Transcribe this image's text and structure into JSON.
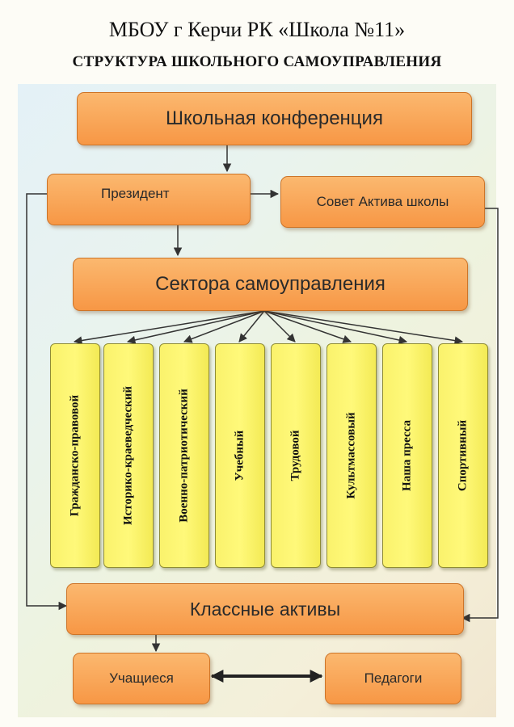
{
  "header": {
    "title": "МБОУ г Керчи РК «Школа №11»",
    "subtitle": "СТРУКТУРА ШКОЛЬНОГО САМОУПРАВЛЕНИЯ"
  },
  "nodes": {
    "conference": "Школьная конференция",
    "president": "Президент",
    "council": "Совет Актива школы",
    "sectors": "Сектора самоуправления",
    "class_assets": "Классные активы",
    "students": "Учащиеся",
    "teachers": "Педагоги"
  },
  "sector_items": [
    "Гражданско-правовой",
    "Историко-краеведческий",
    "Военно-патриотический",
    "Учебный",
    "Трудовой",
    "Культмассовый",
    "Наша пресса",
    "Спортивный"
  ],
  "colors": {
    "orange_box": "#f79745",
    "yellow_box": "#fff97a",
    "arrow": "#333333"
  }
}
